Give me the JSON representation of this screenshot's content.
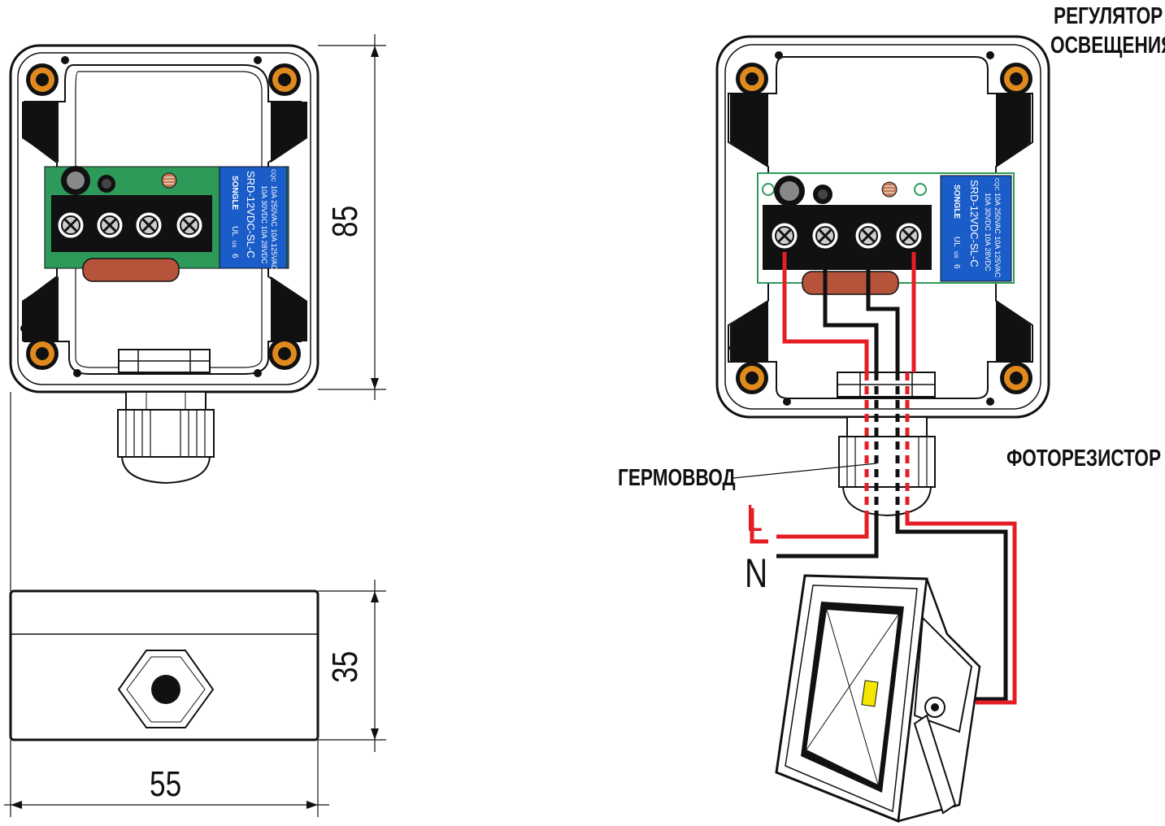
{
  "colors": {
    "accent_orange": "#e08a1e",
    "relay_blue": "#1a5cc8",
    "pcb_green": "#2e9a5a",
    "wire_red": "#e41e25",
    "wire_black": "#111111",
    "capacitor_brown": "#b5543a",
    "led_yellow": "#f5e600"
  },
  "dimensions": {
    "height": "85",
    "depth": "35",
    "width": "55"
  },
  "labels": {
    "title_line1": "РЕГУЛЯТОР",
    "title_line2": "ОСВЕЩЕНИЯ",
    "photoresistor": "ФОТОРЕЗИСТОР",
    "cable_gland": "ГЕРМОВВОД",
    "line": "L",
    "neutral": "N"
  },
  "relay": {
    "brand": "SONGLE",
    "model": "SRD-12VDC-SL-C",
    "rating1": "10A 250VAC  10A 125VAC",
    "rating2": "10A 30VDC  10A 28VDC",
    "mark": "CQC",
    "cert": "UL",
    "us": "us",
    "six": "6"
  }
}
